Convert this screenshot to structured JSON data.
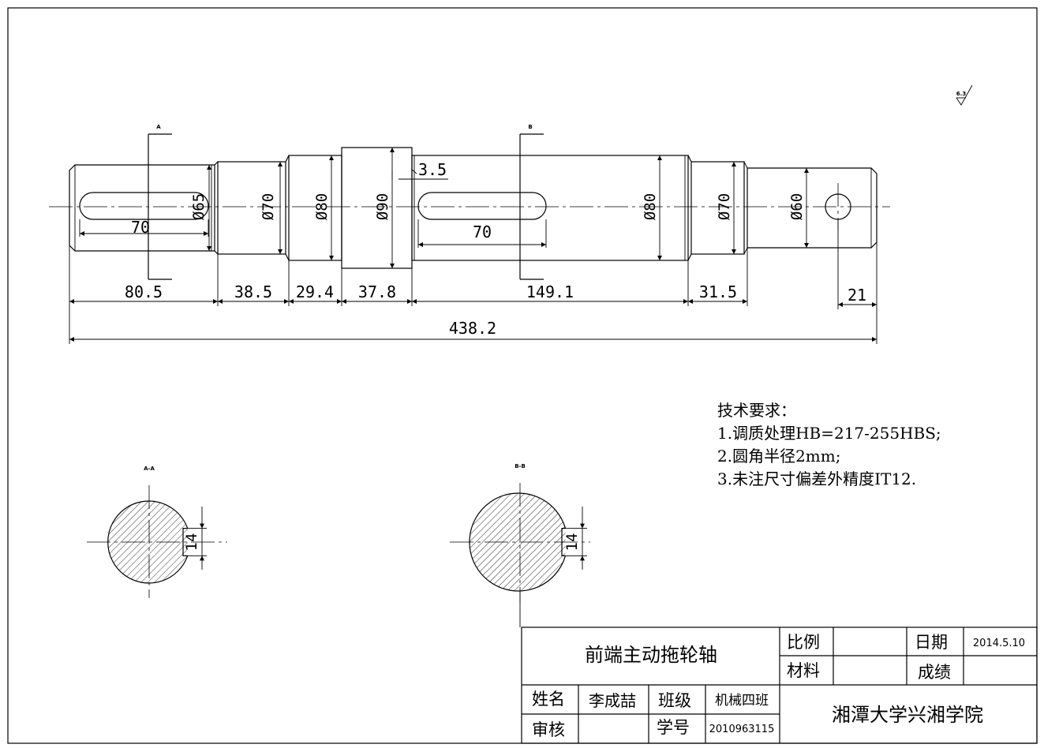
{
  "drawing": {
    "section_markers": {
      "a": "A",
      "b": "B"
    },
    "section_titles": {
      "aa": "A-A",
      "bb": "B-B"
    },
    "surface_roughness": "6.3",
    "diameters": [
      "Ø65",
      "Ø70",
      "Ø80",
      "Ø90",
      "Ø80",
      "Ø70",
      "Ø60"
    ],
    "keyway_lengths": [
      "70",
      "70"
    ],
    "keyway_depth": "3.5",
    "segment_lengths": [
      "80.5",
      "38.5",
      "29.4",
      "37.8",
      "149.1",
      "31.5"
    ],
    "hole_offset": "21",
    "total_length": "438.2",
    "key_widths": [
      "14",
      "14"
    ]
  },
  "requirements": {
    "heading": "技术要求：",
    "items": [
      "1.调质处理HB=217-255HBS;",
      "2.圆角半径2mm;",
      "3.未注尺寸偏差外精度IT12."
    ]
  },
  "title_block": {
    "part_name": "前端主动拖轮轴",
    "scale_label": "比例",
    "scale_value": "",
    "material_label": "材料",
    "material_value": "",
    "date_label": "日期",
    "date_value": "2014.5.10",
    "grade_label": "成绩",
    "grade_value": "",
    "name_label": "姓名",
    "name_value": "李成喆",
    "class_label": "班级",
    "class_value": "机械四班",
    "review_label": "审核",
    "review_value": "",
    "id_label": "学号",
    "id_value": "2010963115",
    "school": "湘潭大学兴湘学院"
  }
}
